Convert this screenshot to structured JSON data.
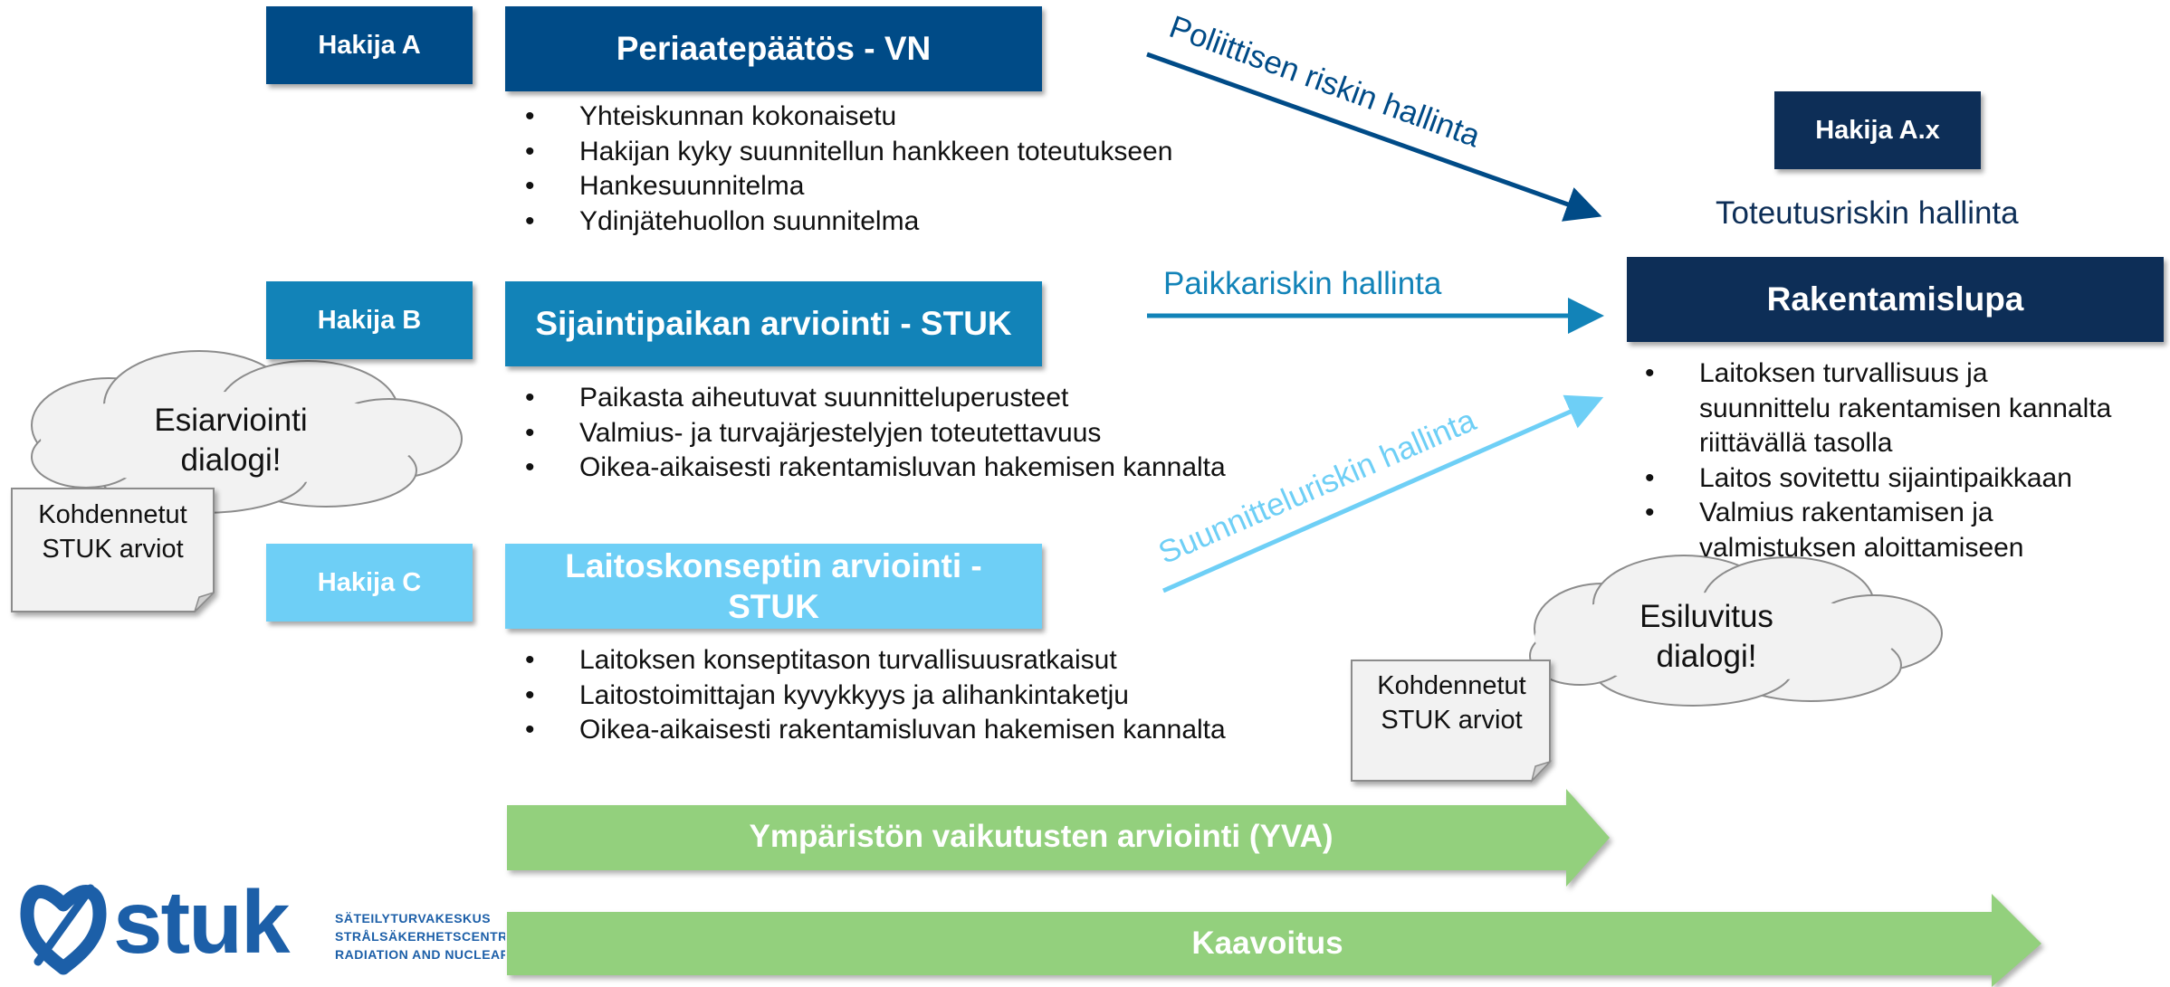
{
  "colors": {
    "navy": "#004b87",
    "mid_blue": "#1283b8",
    "light_blue": "#6ecff6",
    "dark_navy": "#0d2e57",
    "green": "#93d07d",
    "logo_blue": "#1c5fa8"
  },
  "row_a": {
    "tag": "Hakija A",
    "title": "Periaatepäätös - VN",
    "bullets": [
      "Yhteiskunnan kokonaisetu",
      "Hakijan kyky suunnitellun hankkeen toteutukseen",
      "Hankesuunnitelma",
      "Ydinjätehuollon suunnitelma"
    ]
  },
  "row_b": {
    "tag": "Hakija  B",
    "title": "Sijaintipaikan arviointi - STUK",
    "bullets": [
      "Paikasta aiheutuvat suunnitteluperusteet",
      "Valmius- ja turvajärjestelyjen toteutettavuus",
      "Oikea-aikaisesti rakentamisluvan hakemisen kannalta"
    ]
  },
  "row_c": {
    "tag": "Hakija  C",
    "title_line1": "Laitoskonseptin arviointi -",
    "title_line2": "STUK",
    "bullets": [
      "Laitoksen konseptitason turvallisuusratkaisut",
      "Laitostoimittajan kyvykkyys ja alihankintaketju",
      "Oikea-aikaisesti rakentamisluvan hakemisen kannalta"
    ]
  },
  "arrow_labels": {
    "political": "Poliittisen riskin hallinta",
    "site": "Paikkariskin hallinta",
    "design": "Suunnitteluriskin hallinta"
  },
  "right": {
    "tag": "Hakija A.x",
    "subtitle": "Toteutusriskin hallinta",
    "title": "Rakentamislupa",
    "bullets": [
      [
        "Laitoksen turvallisuus ja",
        "suunnittelu rakentamisen kannalta",
        "riittävällä tasolla"
      ],
      [
        "Laitos sovitettu sijaintipaikkaan"
      ],
      [
        "Valmius rakentamisen ja",
        "valmistuksen aloittamiseen"
      ]
    ]
  },
  "bubble_left": {
    "line1": "Esiarviointi",
    "line2": "dialogi!"
  },
  "note_left": {
    "line1": "Kohdennetut",
    "line2": "STUK arviot"
  },
  "bubble_right": {
    "line1": "Esiluvitus",
    "line2": "dialogi!"
  },
  "note_right": {
    "line1": "Kohdennetut",
    "line2": "STUK arviot"
  },
  "bottom_arrows": {
    "yva": "Ympäristön vaikutusten arviointi (YVA)",
    "kaavoitus": "Kaavoitus"
  },
  "logo": {
    "wordmark": "stuk",
    "line1": "SÄTEILYTURVAKESKUS",
    "line2": "STRÅLSÄKERHETSCENTRALEN",
    "line3": "RADIATION AND NUCLEAR SAFETY AUTHORITY",
    "icon": "heart-shield-icon"
  }
}
